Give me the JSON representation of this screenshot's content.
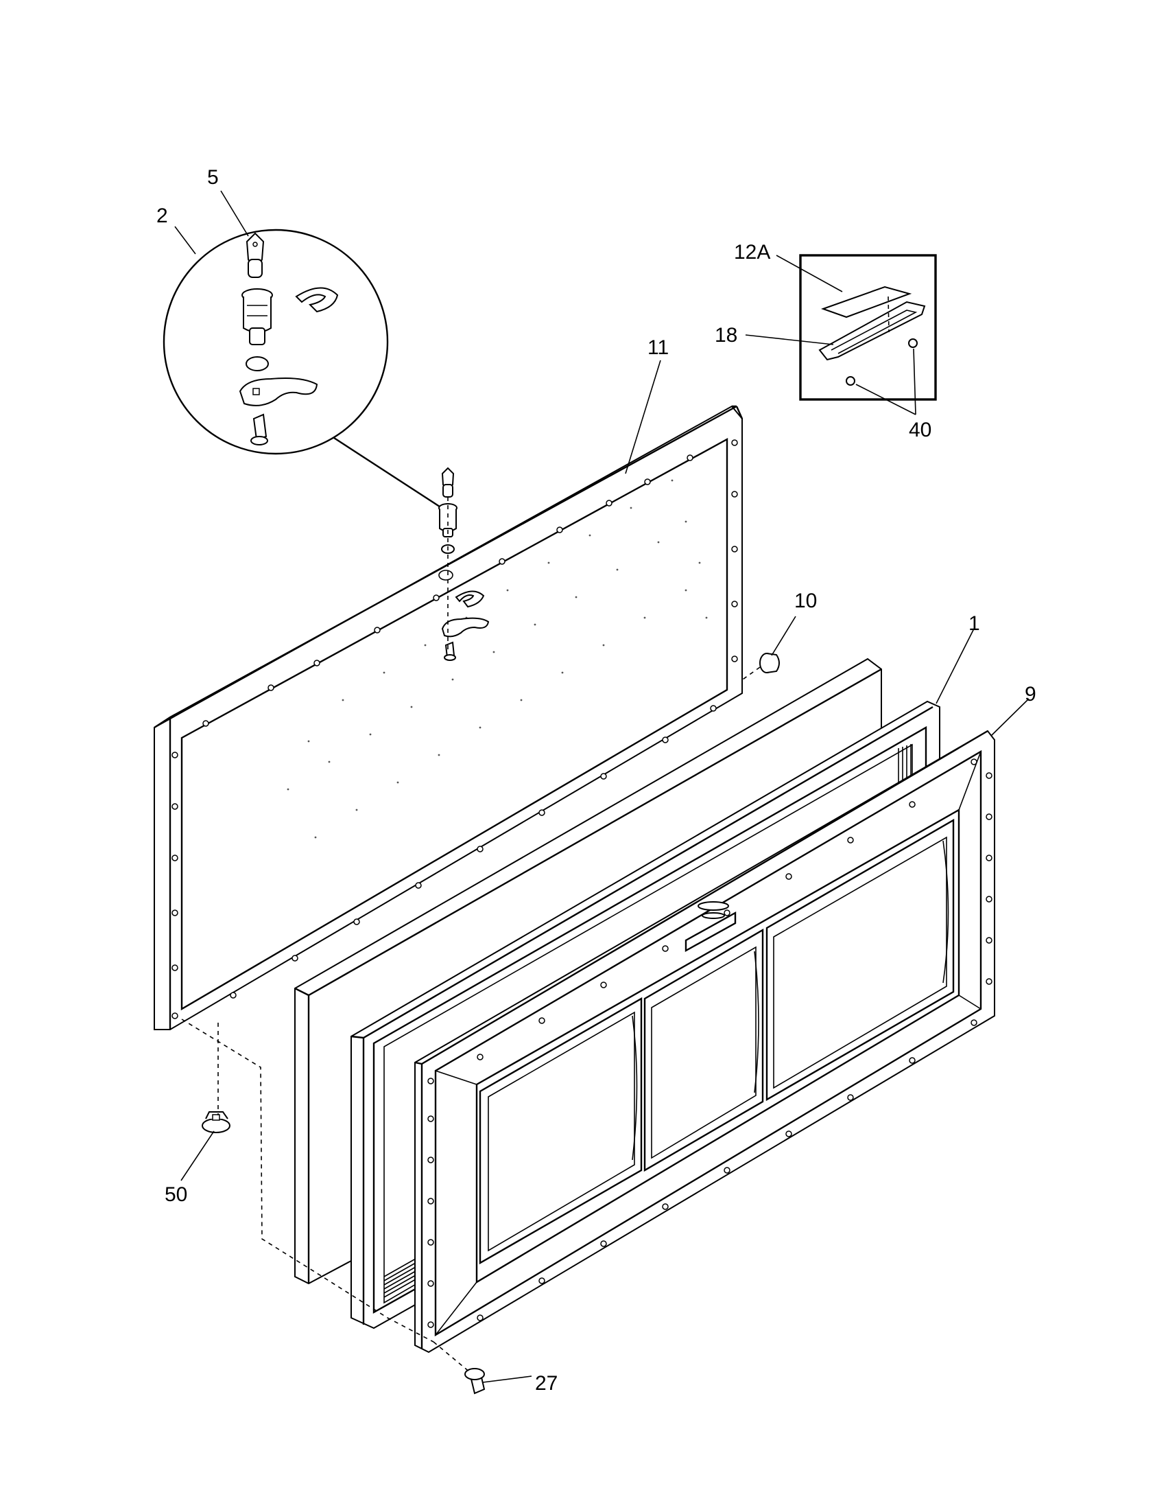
{
  "diagram": {
    "callouts": [
      {
        "id": "label-5",
        "text": "5"
      },
      {
        "id": "label-2",
        "text": "2"
      },
      {
        "id": "label-12a",
        "text": "12A"
      },
      {
        "id": "label-18",
        "text": "18"
      },
      {
        "id": "label-40",
        "text": "40"
      },
      {
        "id": "label-11",
        "text": "11"
      },
      {
        "id": "label-10",
        "text": "10"
      },
      {
        "id": "label-1",
        "text": "1"
      },
      {
        "id": "label-9",
        "text": "9"
      },
      {
        "id": "label-50",
        "text": "50"
      },
      {
        "id": "label-27",
        "text": "27"
      }
    ]
  }
}
